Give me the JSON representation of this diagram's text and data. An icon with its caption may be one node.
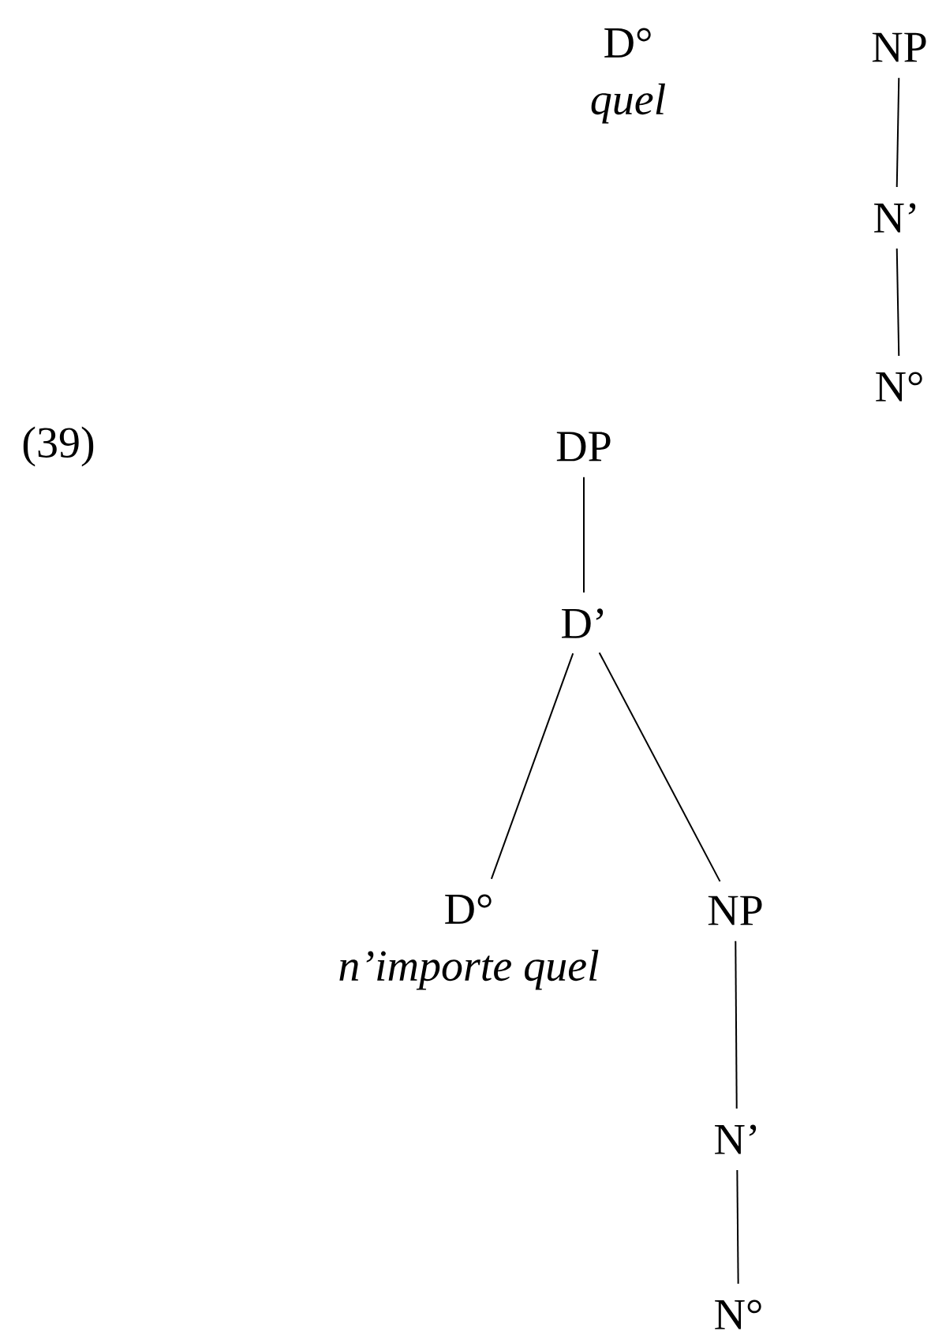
{
  "diagram": {
    "nodes": [
      {
        "text": [
          "D°",
          "quel"
        ]
      },
      {
        "text": [
          "NP"
        ]
      },
      {
        "text": [
          "N’"
        ]
      },
      {
        "text": [
          "N°"
        ]
      },
      {
        "text": [
          "DP"
        ]
      },
      {
        "text": [
          "D’"
        ]
      },
      {
        "text": [
          "D°",
          "n’importe quel"
        ]
      },
      {
        "text": [
          "NP"
        ]
      },
      {
        "text": [
          "N’"
        ]
      },
      {
        "text": [
          "N°"
        ]
      }
    ],
    "edges": [
      {
        "from": 1,
        "to": 2,
        "arrow": "none"
      },
      {
        "from": 2,
        "to": 3,
        "arrow": "none"
      },
      {
        "from": 4,
        "to": 5,
        "arrow": "none"
      },
      {
        "from": 5,
        "to": 6,
        "arrow": "none"
      },
      {
        "from": 5,
        "to": 7,
        "arrow": "none"
      },
      {
        "from": 7,
        "to": 8,
        "arrow": "none"
      },
      {
        "from": 8,
        "to": 9,
        "arrow": "none"
      }
    ],
    "labels": [
      "(39)"
    ]
  }
}
